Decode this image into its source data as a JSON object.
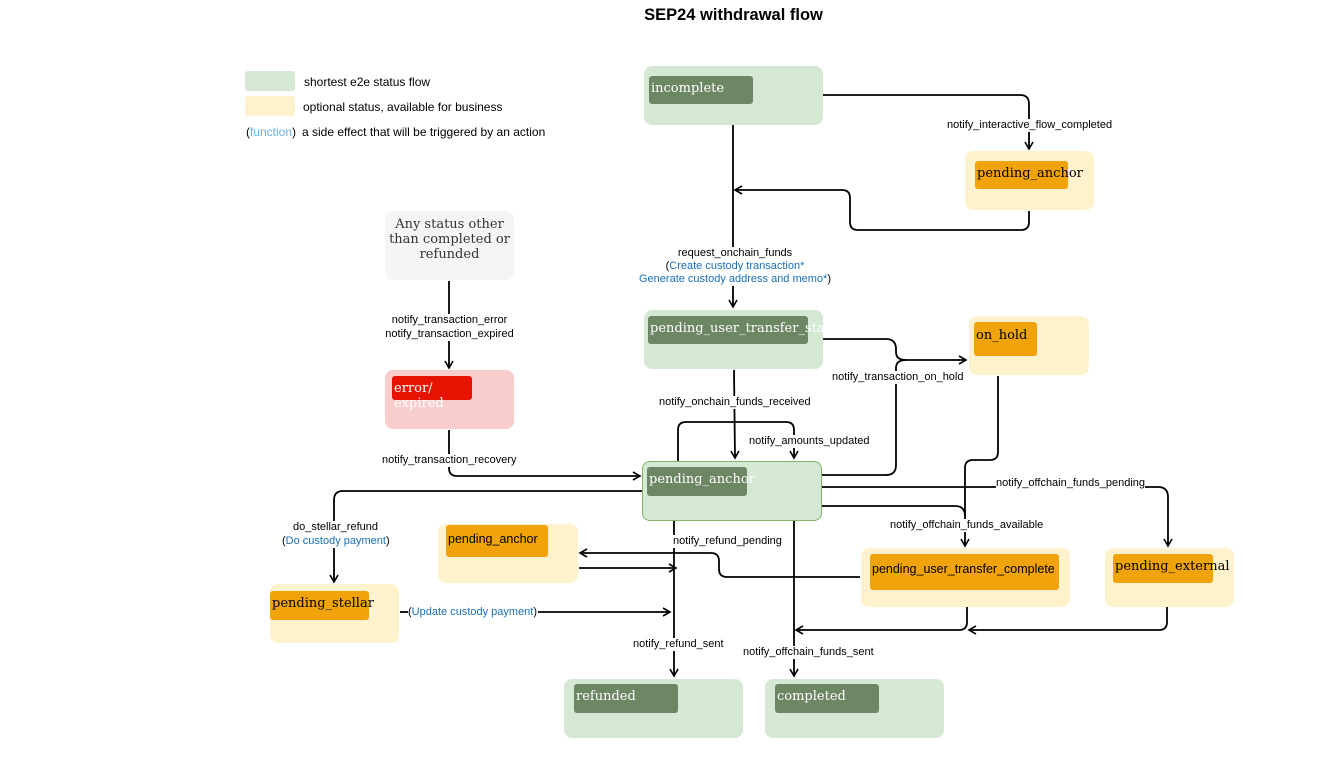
{
  "title": "SEP24 withdrawal flow",
  "colors": {
    "main_fill": "#d5e8d4",
    "main_chip": "#6d8764",
    "optional_fill": "#fff2cc",
    "optional_chip": "#f0a30a",
    "error_fill": "#f8cecc",
    "error_chip": "#e51400",
    "any_fill": "#f5f5f5",
    "function_text": "#1a6fba"
  },
  "legend": {
    "shortest": "shortest e2e status flow",
    "optional": "optional status, available for business",
    "fn_open": "(",
    "fn_word": "function",
    "fn_close": ")",
    "fn_desc": "a side effect that will be triggered by an action"
  },
  "states": {
    "incomplete": "incomplete",
    "pending_anchor_top": "pending_anchor",
    "any_status": "Any status other than completed or refunded",
    "error_expired": "error/\nexpired",
    "pending_user_transfer_start": "pending_user_transfer_start",
    "on_hold": "on_hold",
    "pending_anchor_main": "pending_anchor",
    "pending_anchor_refund": "pending_anchor",
    "pending_stellar": "pending_stellar",
    "pending_user_transfer_complete": "pending_user_transfer_complete",
    "pending_external": "pending_external",
    "refunded": "refunded",
    "completed": "completed"
  },
  "edges": {
    "notify_interactive_flow_completed": "notify_interactive_flow_completed",
    "request_onchain_funds": "request_onchain_funds",
    "create_custody_transaction": "Create custody transaction*",
    "generate_custody_address": "Generate custody address and memo*",
    "paren_open": "(",
    "paren_close": ")",
    "notify_transaction_error": "notify_transaction_error",
    "notify_transaction_expired": "notify_transaction_expired",
    "notify_transaction_on_hold": "notify_transaction_on_hold",
    "notify_onchain_funds_received": "notify_onchain_funds_received",
    "notify_amounts_updated": "notify_amounts_updated",
    "notify_transaction_recovery": "notify_transaction_recovery",
    "notify_offchain_funds_pending": "notify_offchain_funds_pending",
    "do_stellar_refund": "do_stellar_refund",
    "do_custody_payment": "Do custody payment",
    "notify_refund_pending": "notify_refund_pending",
    "notify_offchain_funds_available": "notify_offchain_funds_available",
    "update_custody_payment": "Update custody payment",
    "notify_refund_sent": "notify_refund_sent",
    "notify_offchain_funds_sent": "notify_offchain_funds_sent"
  }
}
